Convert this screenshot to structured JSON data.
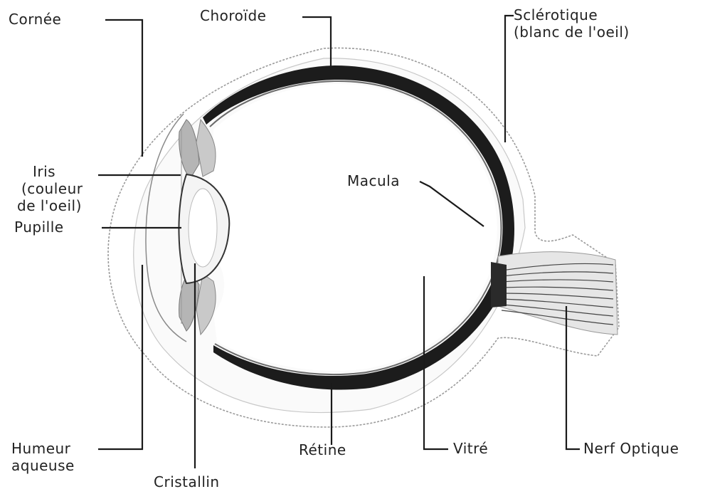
{
  "labels": {
    "cornea": "Cornée",
    "choroid": "Choroïde",
    "sclera_line1": "Sclérotique",
    "sclera_line2": "(blanc de l'oeil)",
    "iris_line1": "Iris",
    "iris_line2": "(couleur",
    "iris_line3": "de l'oeil)",
    "pupil": "Pupille",
    "macula": "Macula",
    "aqueous_line1": "Humeur",
    "aqueous_line2": "aqueuse",
    "lens": "Cristallin",
    "retina": "Rétine",
    "vitreous": "Vitré",
    "optic_nerve": "Nerf Optique"
  },
  "colors": {
    "choroid_band": "#1c1c1c",
    "sclera_outline": "#9a9a9a",
    "tissue_gray": "#b5b5b5",
    "lens_fill": "#f4f4f4",
    "nerve_fibers": "#444444",
    "label_text": "#222222"
  }
}
